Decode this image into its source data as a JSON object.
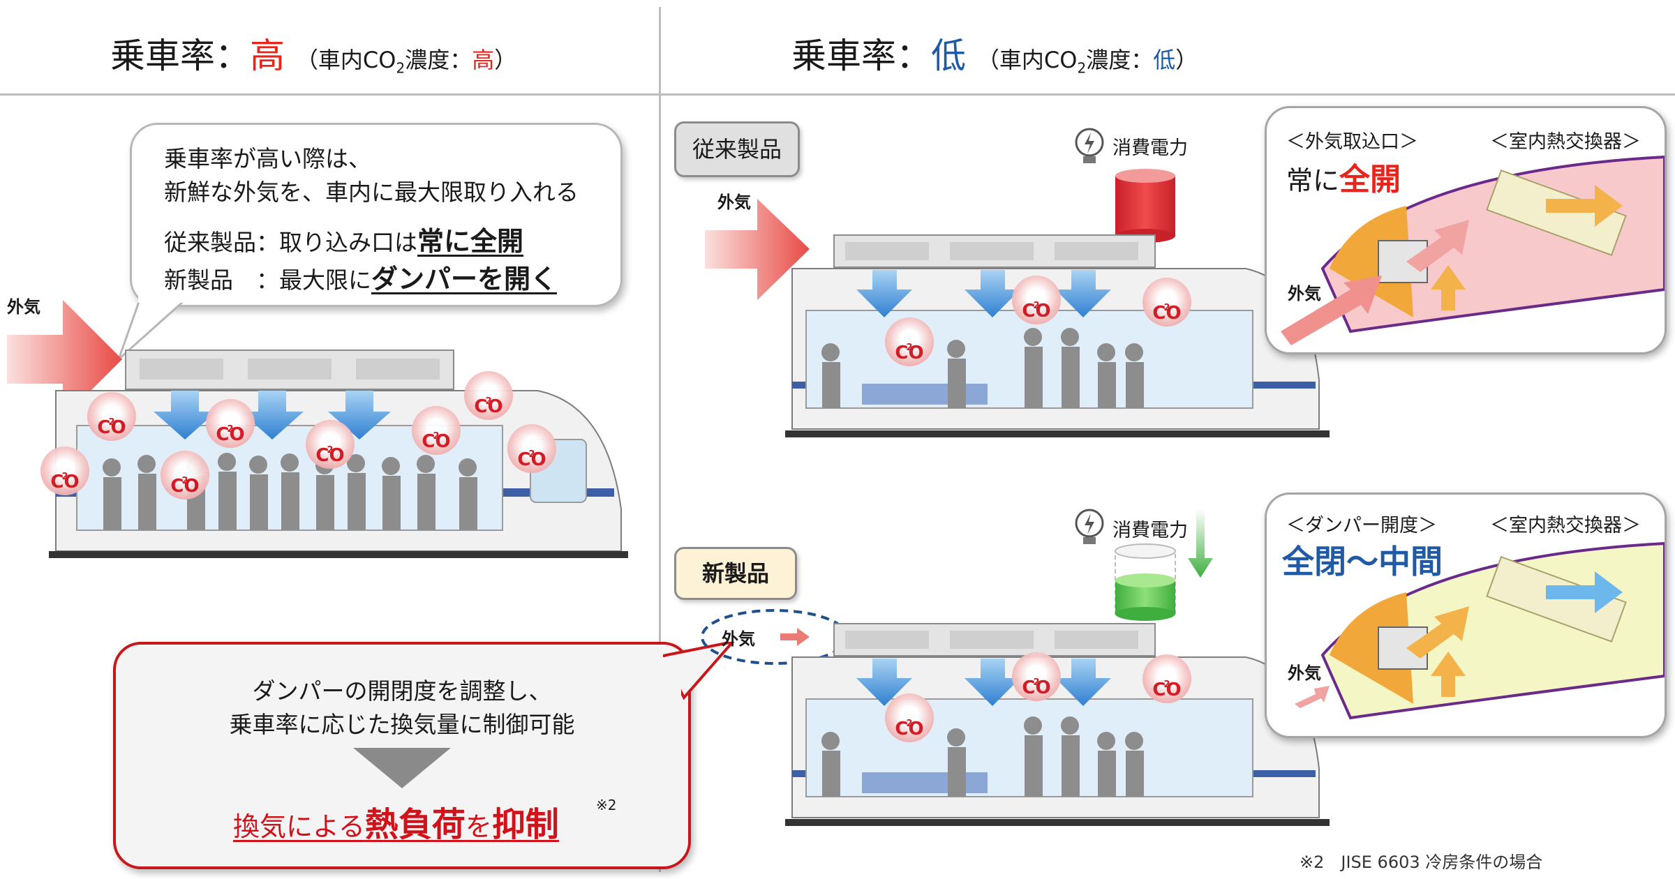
{
  "left_header": {
    "title": "乗車率：",
    "level": "高",
    "sub_open": "（車内CO",
    "sub_two": "2",
    "sub_mid": "濃度：",
    "sub_level": "高",
    "sub_close": "）"
  },
  "right_header": {
    "title": "乗車率：",
    "level": "低",
    "sub_open": "（車内CO",
    "sub_two": "2",
    "sub_mid": "濃度：",
    "sub_level": "低",
    "sub_close": "）"
  },
  "left_callout": {
    "line1": "乗車率が高い際は、",
    "line2": "新鮮な外気を、車内に最大限取り入れる",
    "line3_prefix": "従来製品：取り込み口は",
    "line3_bold": "常に全開",
    "line4_prefix": "新製品　：最大限に",
    "line4_bold": "ダンパーを開く"
  },
  "outside_air": "外気",
  "co2_label": "CO",
  "co2_sub": "2",
  "conventional_tag": "従来製品",
  "new_tag": "新製品",
  "power_label": "消費電力",
  "zoom_top": {
    "inlet_label": "＜外気取込口＞",
    "exchanger_label": "＜室内熱交換器＞",
    "state_prefix": "常に",
    "state_bold": "全開",
    "air_label": "外気"
  },
  "zoom_bottom": {
    "damper_label": "＜ダンパー開度＞",
    "exchanger_label": "＜室内熱交換器＞",
    "state_bold": "全閉〜中間",
    "air_label": "外気"
  },
  "bottom_callout": {
    "line1": "ダンパーの開閉度を調整し、",
    "line2": "乗車率に応じた換気量に制御可能",
    "result_a": "換気による",
    "result_b": "熱負荷",
    "result_c": "を",
    "result_d": "抑制",
    "note_ref": "※2"
  },
  "footnote": "※2　JISE 6603 冷房条件の場合",
  "colors": {
    "accent_red": "#e8241b",
    "accent_blue": "#1f5aa6",
    "callout_border_red": "#c8171b"
  }
}
